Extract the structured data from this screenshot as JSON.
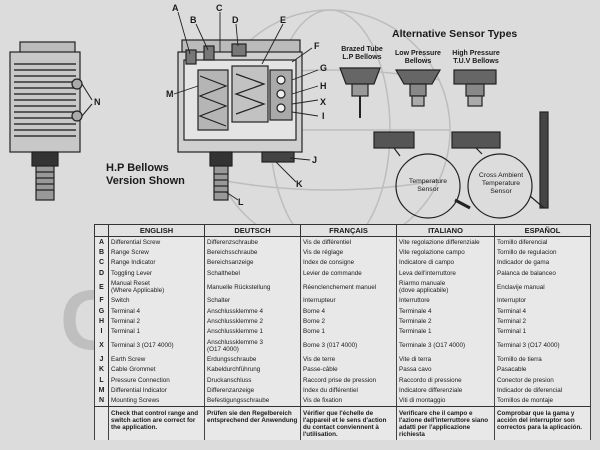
{
  "figure": {
    "hp_caption": [
      "H.P Bellows",
      "Version Shown"
    ],
    "alt_title": "Alternative Sensor Types",
    "sensor_types": [
      [
        "Brazed Tube",
        "L.P Bellows"
      ],
      [
        "Low Pressure",
        "Bellows"
      ],
      [
        "High Pressure",
        "T.U.V Bellows"
      ]
    ],
    "temp_sensor": [
      "Temperature",
      "Sensor"
    ],
    "cross_sensor": [
      "Cross Ambient",
      "Temperature",
      "Sensor"
    ],
    "callouts": [
      "A",
      "B",
      "C",
      "D",
      "E",
      "F",
      "G",
      "H",
      "I",
      "J",
      "K",
      "L",
      "M",
      "N",
      "X"
    ]
  },
  "table": {
    "headers": [
      "",
      "ENGLISH",
      "DEUTSCH",
      "FRANÇAIS",
      "ITALIANO",
      "ESPAÑOL"
    ],
    "rows": [
      [
        "A",
        "Differential Screw",
        "Differenzschraube",
        "Vis de différentiel",
        "Vite regolazione differenziale",
        "Tornillo diferencial"
      ],
      [
        "B",
        "Range Screw",
        "Bereichsschraube",
        "Vis de réglage",
        "Vite regolazione campo",
        "Tornillo de regulacion"
      ],
      [
        "C",
        "Range Indicator",
        "Bereichsanzeige",
        "Index de consigne",
        "Indicatore di campo",
        "Indicador de gama"
      ],
      [
        "D",
        "Toggling Lever",
        "Schalthebel",
        "Levier de commande",
        "Leva dell'interruttore",
        "Palanca de balanceo"
      ],
      [
        "E",
        "Manual Reset\n(Where Applicable)",
        "Manuelle Rückstellung",
        "Réenclenchement manuel",
        "Riarmo manuale\n(dove applicabile)",
        "Enclavije manual"
      ],
      [
        "F",
        "Switch",
        "Schalter",
        "Interrupteur",
        "Interruttore",
        "Interruptor"
      ],
      [
        "G",
        "Terminal 4",
        "Anschlussklemme 4",
        "Borne 4",
        "Terminale 4",
        "Terminal 4"
      ],
      [
        "H",
        "Terminal 2",
        "Anschlussklemme 2",
        "Borne 2",
        "Terminale 2",
        "Terminal 2"
      ],
      [
        "I",
        "Terminal 1",
        "Anschlussklemme 1",
        "Borne 1",
        "Terminale 1",
        "Terminal 1"
      ],
      [
        "X",
        "Terminal 3 (O17 4000)",
        "Anschlussklemme 3\n(O17 4000)",
        "Borne 3 (017 4000)",
        "Terminale 3 (O17 4000)",
        "Terminal 3 (O17 4000)"
      ],
      [
        "J",
        "Earth Screw",
        "Erdungsschraube",
        "Vis de terre",
        "Vite di terra",
        "Tornillo de tierra"
      ],
      [
        "K",
        "Cable Grommet",
        "Kabeldurchführung",
        "Passe-câble",
        "Passa cavo",
        "Pasacable"
      ],
      [
        "L",
        "Pressure Connection",
        "Druckanschluss",
        "Raccord prise de pression",
        "Raccordo di pressione",
        "Conector de presion"
      ],
      [
        "M",
        "Differential Indicator",
        "Differenzanzeige",
        "Index du différentiel",
        "Indicatore differenziale",
        "Indicador de diferencial"
      ],
      [
        "N",
        "Mounting Screws",
        "Befestigungsschraube",
        "Vis de fixation",
        "Viti di montaggio",
        "Tornillos de montaje"
      ]
    ],
    "notes": [
      "",
      "Check that control range and switch action are correct for the application.",
      "Prüfen sie den Regelbereich entsprechend der Anwendung",
      "Vérifier que l'échelle de l'appareil et le sens d'action du contact conviennent à l'utilisation.",
      "Verificare che il campo e l'azione dell'interruttore siano adatti per l'applicazione richiesta",
      "Comprobar que la gama y acción del interruptor son correctos para la aplicación."
    ]
  },
  "watermark": "GLOBAL"
}
